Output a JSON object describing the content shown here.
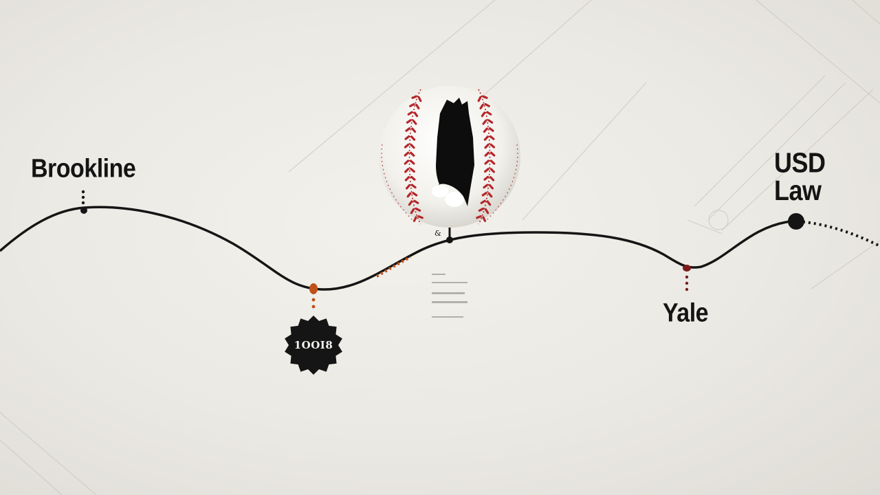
{
  "timeline": {
    "stops": [
      {
        "label": "Brookline"
      },
      {
        "label_lines": [
          "USD",
          "Law"
        ]
      },
      {
        "label": "Yale"
      }
    ],
    "badge_text": "1OOI8"
  },
  "colors": {
    "line": "#151515",
    "accent_orange": "#c0501a",
    "accent_maroon": "#7a1c1c",
    "baseball_stitch": "#b3262a",
    "background": "#ecebe5"
  },
  "icons": [
    "baseball-icon",
    "silhouette-icon",
    "badge-icon"
  ]
}
